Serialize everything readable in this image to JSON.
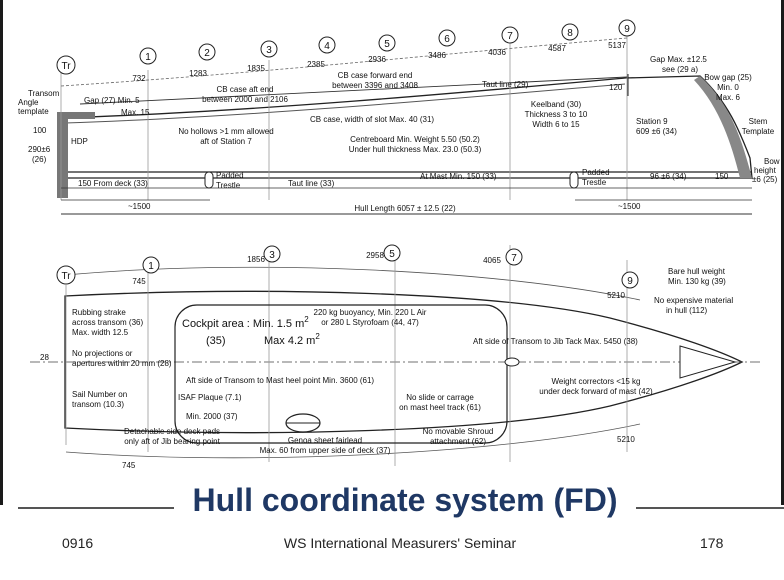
{
  "slide": {
    "title": "Hull coordinate system (FD)",
    "footer_left": "0916",
    "footer_center": "WS International Measurers' Seminar",
    "footer_right": "178"
  },
  "side_view": {
    "stations": [
      "Tr",
      "1",
      "2",
      "3",
      "4",
      "5",
      "6",
      "7",
      "8",
      "9"
    ],
    "distances": [
      "732",
      "1283",
      "1835",
      "2385",
      "2936",
      "3486",
      "4036",
      "4587",
      "5137"
    ],
    "labels": {
      "transom_template": [
        "Transom",
        "Angle",
        "template"
      ],
      "gap_transom": [
        "Gap (27) Min. 5",
        "Max. 15"
      ],
      "cb_aft": [
        "CB case aft end",
        "between 2000 and 2106"
      ],
      "cb_fwd": [
        "CB case forward end",
        "between 3396 and 3408"
      ],
      "taut_top": "Taut line (29)",
      "gap_max": [
        "Gap Max. ±12.5",
        "see (29 a)"
      ],
      "bow_gap": [
        "Bow gap (25)",
        "Min. 0",
        "Max. 6"
      ],
      "stem_template": [
        "Stem",
        "Template"
      ],
      "val_120": "120",
      "val_100": "100",
      "val_290": [
        "290±6",
        "(26)"
      ],
      "hdp": "HDP",
      "no_hollows": [
        "No hollows >1 mm allowed",
        "aft of Station 7"
      ],
      "cb_slot": "CB case, width of slot Max. 40 (31)",
      "centreboard": [
        "Centreboard Min. Weight 5.50 (50.2)",
        "Under hull thickness Max. 23.0 (50.3)"
      ],
      "keelband": [
        "Keelband (30)",
        "Thickness 3 to 10",
        "Width 6 to 15"
      ],
      "station9": [
        "Station 9",
        "609 ±6 (34)"
      ],
      "bow_height": [
        "Bow",
        "height",
        "±6 (25)"
      ],
      "from_deck": "150 From deck (33)",
      "padded_trestle_1": [
        "Padded",
        "Trestle"
      ],
      "taut_bottom": "Taut line (33)",
      "at_mast": "At Mast Min. 150 (33)",
      "padded_trestle_2": [
        "Padded",
        "Trestle"
      ],
      "val_96": "96 ±6 (34)",
      "val_150": "150",
      "dim_1500_left": "~1500",
      "hull_length": "Hull Length 6057 ± 12.5 (22)",
      "dim_1500_right": "~1500"
    }
  },
  "plan_view": {
    "stations": [
      "Tr",
      "1",
      "3",
      "5",
      "7",
      "9"
    ],
    "distances": [
      "745",
      "1856",
      "2958",
      "4065",
      "5210"
    ],
    "labels": {
      "bare_weight": [
        "Bare hull weight",
        "Min. 130 kg (39)"
      ],
      "rubbing_strake": [
        "Rubbing strake",
        "across transom (36)",
        "Max. width 12.5"
      ],
      "cockpit_area": "Cockpit area : Min. 1.5 m",
      "cockpit_35": "(35)",
      "cockpit_max": "Max 4.2 m",
      "sup2": "2",
      "buoyancy": [
        "220 kg buoyancy, Min. 220 L Air",
        "or 280 L Styrofoam (44, 47)"
      ],
      "no_expensive": [
        "No expensive material",
        "in hull (112)"
      ],
      "no_projections": [
        "No projections or",
        "apertures within 20 mm (28)"
      ],
      "jib_tack": "Aft side of Transom to Jib Tack Max. 5450  (38)",
      "mast_heel": "Aft side of Transom to Mast heel point Min.  3600  (61)",
      "weight_correctors": [
        "Weight correctors <15 kg",
        "under deck forward of mast (42)"
      ],
      "sail_number": [
        "Sail Number on",
        "transom (10.3)"
      ],
      "isaf_plaque": "ISAF Plaque (7.1)",
      "min_2000": "Min. 2000 (37)",
      "no_slide": [
        "No slide or carrage",
        "on mast heel track (61)"
      ],
      "side_deck_pads": [
        "Detachable side deck pads",
        "only aft of Jib bearing point"
      ],
      "genoa_fairlead": [
        "Genoa sheet fairlead",
        "Max. 60 from upper side of deck (37)"
      ],
      "no_shroud": [
        "No movable Shroud",
        "attachment (62)"
      ],
      "val_28": "28",
      "dist_745_bottom": "745",
      "dist_5210_bottom": "5210"
    }
  }
}
